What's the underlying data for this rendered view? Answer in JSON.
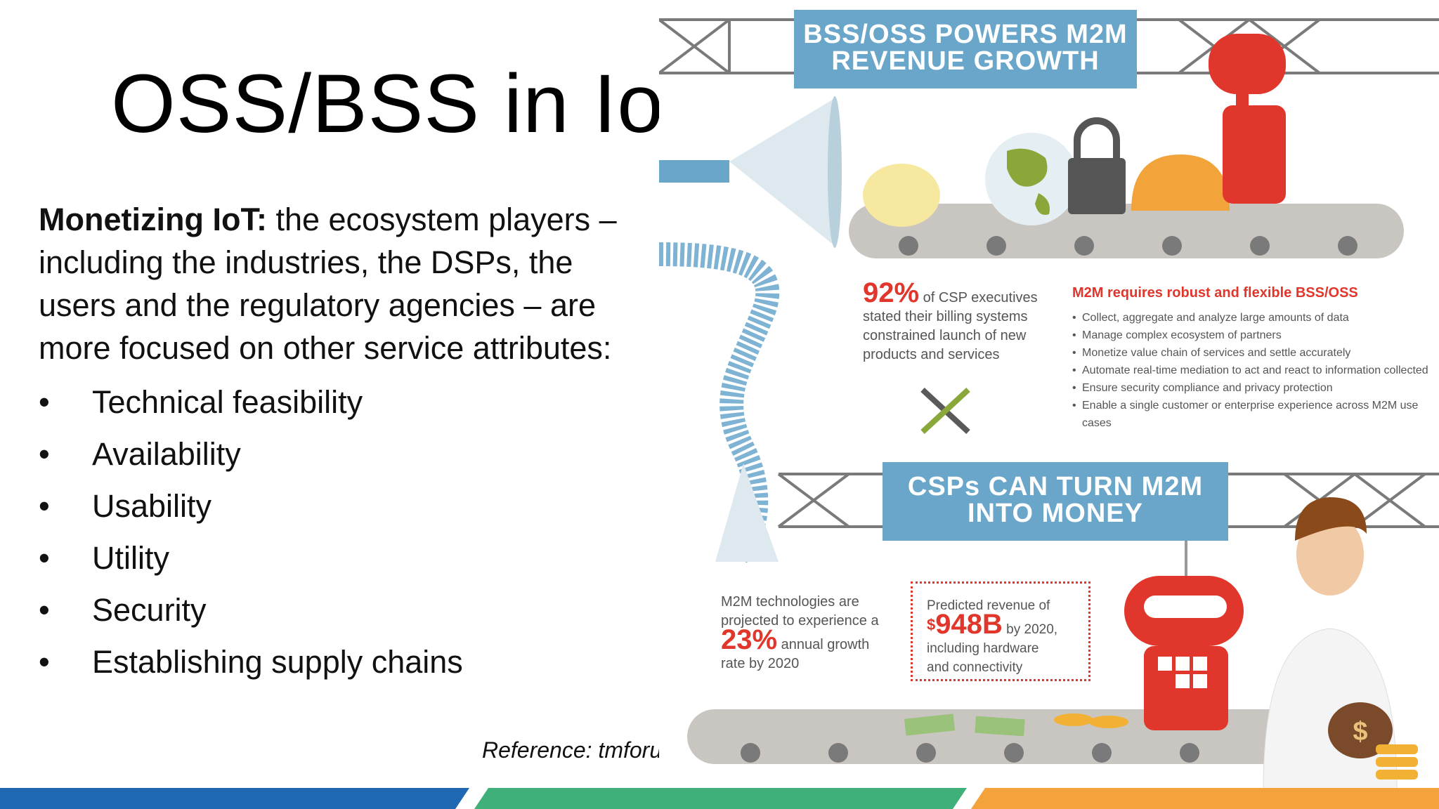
{
  "slide": {
    "title": "OSS/BSS in IoT",
    "intro_bold": "Monetizing IoT:",
    "intro_text": " the ecosystem players – including the industries, the DSPs, the users and the regulatory agencies – are more focused on other service attributes:",
    "bullet_glyph": "•",
    "bullets": [
      "Technical feasibility",
      "Availability",
      "Usability",
      "Utility",
      "Security",
      "Establishing supply chains"
    ],
    "reference": "Reference: tmforum"
  },
  "infographic": {
    "banner_top": [
      "BSS/OSS POWERS M2M",
      "REVENUE GROWTH"
    ],
    "banner_mid": [
      "CSPs CAN TURN M2M",
      "INTO MONEY"
    ],
    "stat_92": {
      "big": "92%",
      "text_a": " of CSP executives",
      "text_b": "stated their billing systems",
      "text_c": "constrained launch of new",
      "text_d": "products and services"
    },
    "requirements": {
      "title": "M2M requires robust and flexible BSS/OSS",
      "items": [
        "Collect, aggregate and analyze large amounts of data",
        "Manage complex ecosystem of partners",
        "Monetize value chain of services and settle accurately",
        "Automate real-time mediation to act and react to information collected",
        "Ensure security compliance and privacy protection",
        "Enable a single customer or enterprise experience across M2M use cases"
      ]
    },
    "stat_23": {
      "line_a": "M2M technologies are",
      "line_b": "projected to experience a",
      "big": "23%",
      "line_c": " annual growth",
      "line_d": "rate by 2020"
    },
    "revenue": {
      "line_a": "Predicted revenue of",
      "currency": "$",
      "big": "948B",
      "line_b": " by 2020,",
      "line_c": "including hardware",
      "line_d": "and connectivity"
    },
    "money_symbol": "$"
  },
  "colors": {
    "banner_blue": "#6aa6c9",
    "accent_red": "#e0362b",
    "footer_blue": "#1f67b1",
    "footer_green": "#3fb07a",
    "footer_orange": "#f4a23c"
  }
}
